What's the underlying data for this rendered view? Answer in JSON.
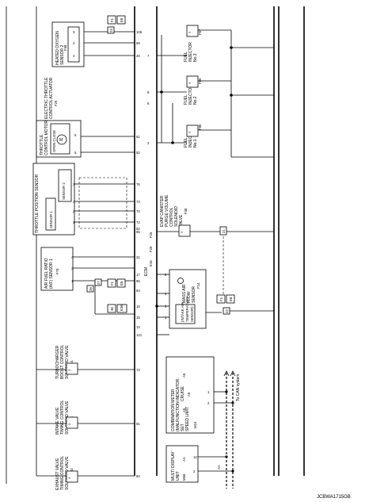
{
  "diagram_code": "JCBWA1715GB",
  "components": {
    "heated_oxygen_sensor_2": {
      "label": [
        "HEATED OXYGEN",
        "SENSOR 2"
      ],
      "connector": "F38"
    },
    "electric_throttle": {
      "label": [
        "ELECTRIC THROTTLE",
        "CONTROL ACTUATOR"
      ],
      "connector": "F29"
    },
    "throttle_motor": {
      "label": [
        "THROTTLE",
        "CONTROL MOTOR"
      ],
      "open_close": "OPEN   CLOSE",
      "motor_symbol": "M"
    },
    "throttle_position_sensor": {
      "label": "THROTTLE POSITION SENSOR",
      "sensor1": "SENSOR 1",
      "sensor2": "SENSOR 2"
    },
    "air_fuel_ratio_sensor": {
      "label": [
        "AIR FUEL RATIO",
        "(A/F) SENSOR 1"
      ],
      "connector": "F70"
    },
    "turbocharger_valve": {
      "label": [
        "TURBOCHARGER",
        "BOOST CONTROL",
        "SOLENOID VALVE"
      ],
      "connector": "F24"
    },
    "intake_valve": {
      "label": [
        "INTAKE VALVE",
        "TIMING CONTROL",
        "SOLENOID VALVE"
      ],
      "connector": "F21"
    },
    "exhaust_valve": {
      "label": [
        "EXHAUST VALVE",
        "TIMING CONTROL",
        "SOLENOID VALVE"
      ],
      "connector": "F202"
    },
    "ecm": {
      "label": "ECM",
      "connectors": [
        "E16",
        "F25",
        "F26"
      ]
    },
    "mass_air_flow": {
      "label": [
        "MASS AIR",
        "FLOW",
        "SENSOR"
      ],
      "connector": "F14",
      "iat": [
        "(INTAKE AIR",
        "TEMPERATURE",
        "SENSOR)"
      ]
    },
    "evap_canister": {
      "label": [
        "EVAP CANISTER",
        "PURGE VOLUME",
        "CONTROL",
        "SOLENOID",
        "VALVE"
      ],
      "connector": "F30"
    },
    "fuel_injector_3": {
      "label": [
        "FUEL",
        "INJECTOR",
        "No.3"
      ],
      "connector": "F87"
    },
    "fuel_injector_2": {
      "label": [
        "FUEL",
        "INJECTOR",
        "No.2"
      ],
      "connector": "F86"
    },
    "fuel_injector_1": {
      "label": [
        "FUEL",
        "INJECTOR",
        "No.1"
      ],
      "connector": "F85"
    },
    "combination_meter": {
      "label": [
        "COMBINATION METER",
        "(MALFUNCTION INDICATOR,",
        "SET",
        "CRUISE",
        "SPEED LIMIT"
      ],
      "tags": [
        "A5",
        "A5",
        "A5"
      ],
      "connector": "M24"
    },
    "multi_display": {
      "label": [
        "MULTI DISPLAY",
        "UNIT"
      ],
      "connector": "M66",
      "tag": "AA"
    },
    "can_note": "To CAN system"
  },
  "ecm_terminals": [
    "106",
    "89",
    "20",
    "51",
    "52",
    "76",
    "73",
    "74",
    "72",
    "82",
    "21",
    "85",
    "84",
    "17",
    "16",
    "15",
    "13",
    "121",
    "73",
    "81",
    "82"
  ],
  "connector_tags": [
    "F1",
    "E8",
    "F1",
    "E8",
    "F1",
    "E8",
    "F1",
    "E8",
    "24",
    "28",
    "27",
    "38",
    "22",
    "21"
  ],
  "aa_label": "AA"
}
